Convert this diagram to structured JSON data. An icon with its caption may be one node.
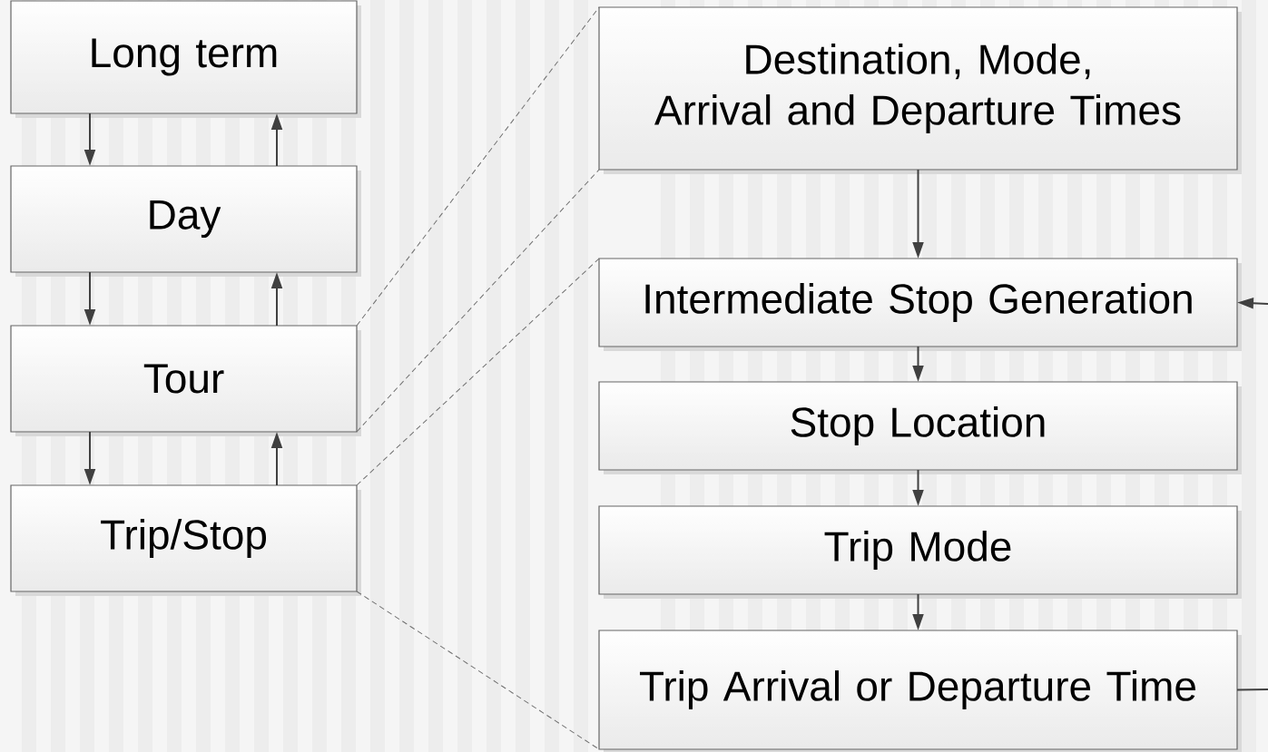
{
  "diagram": {
    "nodes": [
      {
        "text": [
          "Long term"
        ]
      },
      {
        "text": [
          "Day"
        ]
      },
      {
        "text": [
          "Tour"
        ]
      },
      {
        "text": [
          "Trip/Stop"
        ]
      },
      {
        "text": [
          "Destination, Mode, Arrival and Departure Times"
        ]
      },
      {
        "text": [
          "Intermediate Stop Generation"
        ]
      },
      {
        "text": [
          "Stop Location"
        ]
      },
      {
        "text": [
          "Trip Mode"
        ]
      },
      {
        "text": [
          "Trip Arrival or Departure Time"
        ]
      }
    ],
    "edges": [
      {
        "from": 0,
        "to": 1,
        "arrow": "to"
      },
      {
        "from": 1,
        "to": 0,
        "arrow": "to"
      },
      {
        "from": 1,
        "to": 2,
        "arrow": "to"
      },
      {
        "from": 2,
        "to": 1,
        "arrow": "to"
      },
      {
        "from": 2,
        "to": 3,
        "arrow": "to"
      },
      {
        "from": 3,
        "to": 2,
        "arrow": "to"
      },
      {
        "from": 4,
        "to": 5,
        "arrow": "to"
      },
      {
        "from": 5,
        "to": 6,
        "arrow": "to"
      },
      {
        "from": 6,
        "to": 7,
        "arrow": "to"
      },
      {
        "from": 7,
        "to": 8,
        "arrow": "to"
      },
      {
        "from": null,
        "to": 5,
        "arrow": "to"
      },
      {
        "from": 8,
        "to": null,
        "arrow": "none"
      },
      {
        "from": 2,
        "to": 4,
        "arrow": "none",
        "style": "dashed",
        "color": "#707070"
      },
      {
        "from": 2,
        "to": 4,
        "arrow": "none",
        "style": "dashed",
        "color": "#707070"
      },
      {
        "from": 3,
        "to": 5,
        "arrow": "none",
        "style": "dashed",
        "color": "#707070"
      },
      {
        "from": 3,
        "to": 8,
        "arrow": "none",
        "style": "dashed",
        "color": "#707070"
      }
    ]
  }
}
